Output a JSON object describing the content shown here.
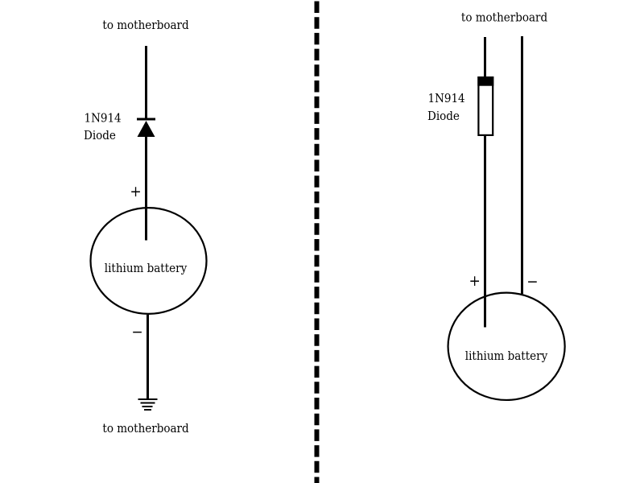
{
  "diagram": {
    "background_color": "#ffffff",
    "ink_color": "#000000",
    "divider": {
      "style": "dashed-vertical-line"
    },
    "left_circuit": {
      "top_label": "to motherboard",
      "diode_label_line1": "1N914",
      "diode_label_line2": "Diode",
      "plus_label": "+",
      "battery_label": "lithium battery",
      "minus_label": "−",
      "bottom_label": "to motherboard"
    },
    "right_circuit": {
      "top_label": "to motherboard",
      "diode_label_line1": "1N914",
      "diode_label_line2": "Diode",
      "plus_label": "+",
      "minus_label": "−",
      "battery_label": "lithium battery"
    }
  }
}
